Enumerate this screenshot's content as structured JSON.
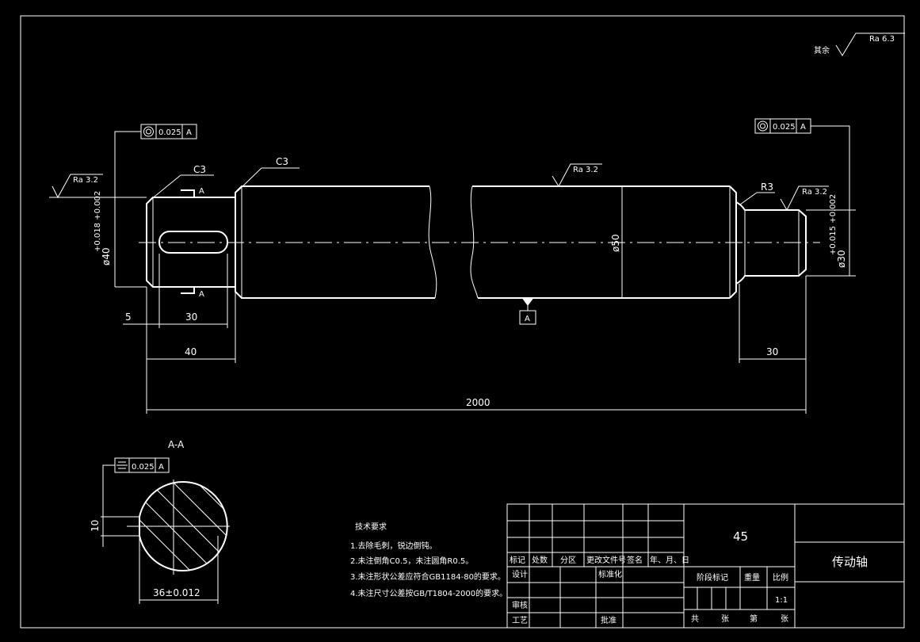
{
  "roughness": {
    "general_label": "其余",
    "general_value": "Ra 6.3",
    "left_shoulder": "Ra 3.2",
    "middle": "Ra 3.2",
    "right_journal": "Ra 3.2"
  },
  "tolerance_frames": {
    "left": {
      "value": "0.025",
      "datum": "A"
    },
    "right": {
      "value": "0.025",
      "datum": "A"
    },
    "section": {
      "value": "0.025",
      "datum": "A"
    }
  },
  "datum_label": "A",
  "section_cut_label": "A",
  "chamfers": {
    "left_end": "C3",
    "shoulder": "C3",
    "fillet": "R3"
  },
  "dimensions": {
    "left_dia_main": "ø40",
    "left_dia_tol": "+0.018 +0.002",
    "shaft_dia": "ø50",
    "right_dia_main": "ø30",
    "right_dia_tol": "+0.015 +0.002",
    "key_offset": "5",
    "key_length": "30",
    "left_step": "40",
    "right_step": "30",
    "overall": "2000",
    "key_depth": "10",
    "section_width": "36±0.012"
  },
  "section_title": "A-A",
  "tech_requirements": {
    "title": "技术要求",
    "items": [
      "1.去除毛刺，锐边倒钝。",
      "2.未注倒角C0.5，未注圆角R0.5。",
      "3.未注形状公差应符合GB1184-80的要求。",
      "4.未注尺寸公差按GB/T1804-2000的要求。"
    ]
  },
  "title_block": {
    "material": "45",
    "part_name": "传动轴",
    "rev_headers": [
      "标记",
      "处数",
      "分区",
      "更改文件号",
      "签名",
      "年、月、日"
    ],
    "roles": [
      "设计",
      "标准化",
      "审核",
      "工艺",
      "批准"
    ],
    "stage_header": "阶段标记",
    "weight_header": "重量",
    "scale_header": "比例",
    "scale_value": "1:1",
    "sheet_footer": [
      "共",
      "张",
      "第",
      "张"
    ]
  }
}
